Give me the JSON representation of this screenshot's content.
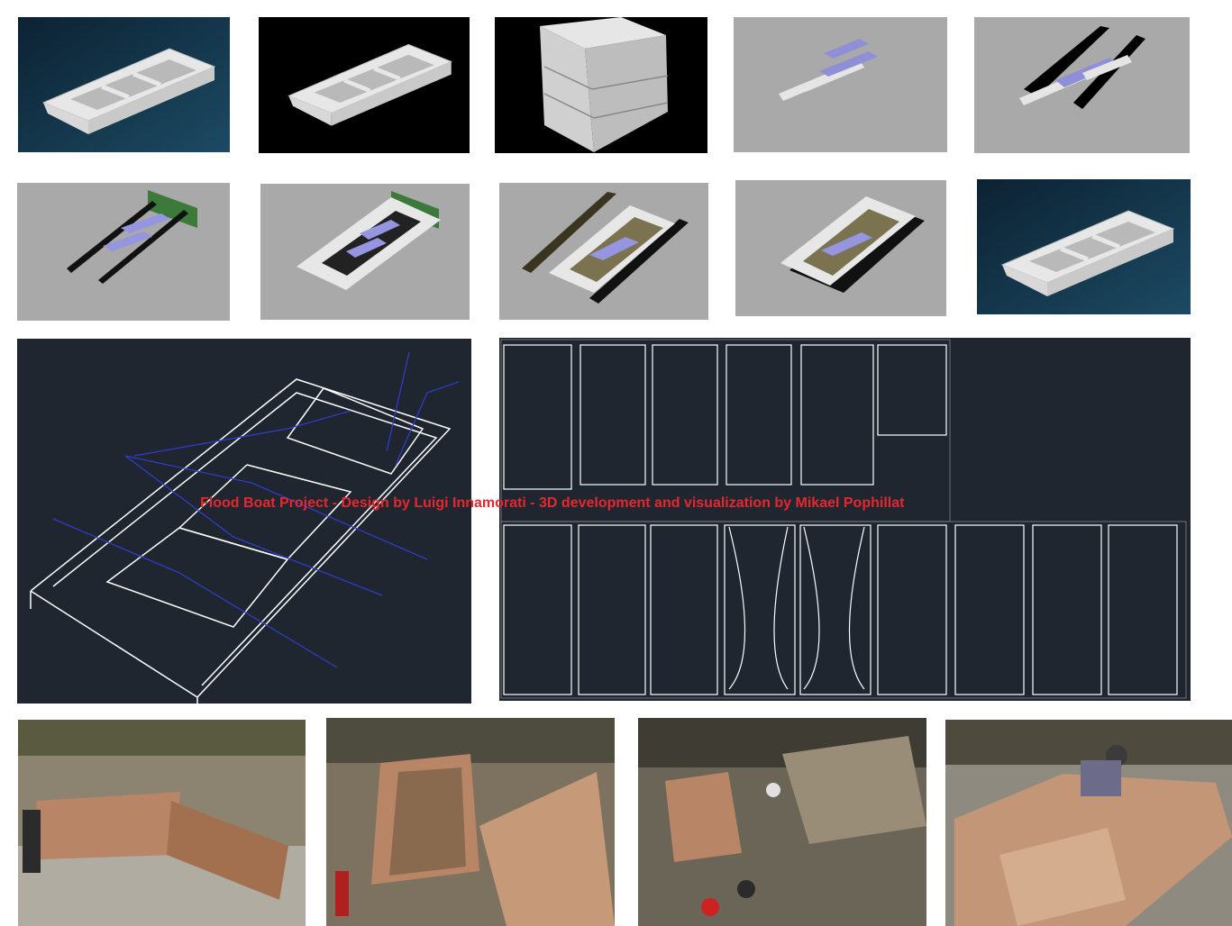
{
  "caption": "Flood Boat Project - Design by Luigi Innamorati - 3D development and visualization by Mikael Pophillat",
  "colors": {
    "render_grey": "#a9a9a9",
    "cad_background": "#1f2630",
    "caption_red": "#e8262e",
    "plywood": "#b88566"
  },
  "panels": [
    {
      "name": "render-boat-water",
      "kind": "3d-render"
    },
    {
      "name": "render-boat-black",
      "kind": "3d-render"
    },
    {
      "name": "render-hull-layers",
      "kind": "3d-render"
    },
    {
      "name": "render-assembly-step-1",
      "kind": "3d-render"
    },
    {
      "name": "render-assembly-step-2",
      "kind": "3d-render"
    },
    {
      "name": "render-assembly-step-3",
      "kind": "3d-render"
    },
    {
      "name": "render-assembly-step-4",
      "kind": "3d-render"
    },
    {
      "name": "render-assembly-step-5",
      "kind": "3d-render"
    },
    {
      "name": "render-assembly-step-6",
      "kind": "3d-render"
    },
    {
      "name": "render-boat-water-2",
      "kind": "3d-render"
    },
    {
      "name": "cad-wireframe",
      "kind": "cad-drawing"
    },
    {
      "name": "cad-cut-sheets",
      "kind": "cad-drawing"
    },
    {
      "name": "photo-workshop-1",
      "kind": "photo"
    },
    {
      "name": "photo-workshop-2",
      "kind": "photo"
    },
    {
      "name": "photo-workshop-3",
      "kind": "photo"
    },
    {
      "name": "photo-workshop-4",
      "kind": "photo"
    }
  ]
}
